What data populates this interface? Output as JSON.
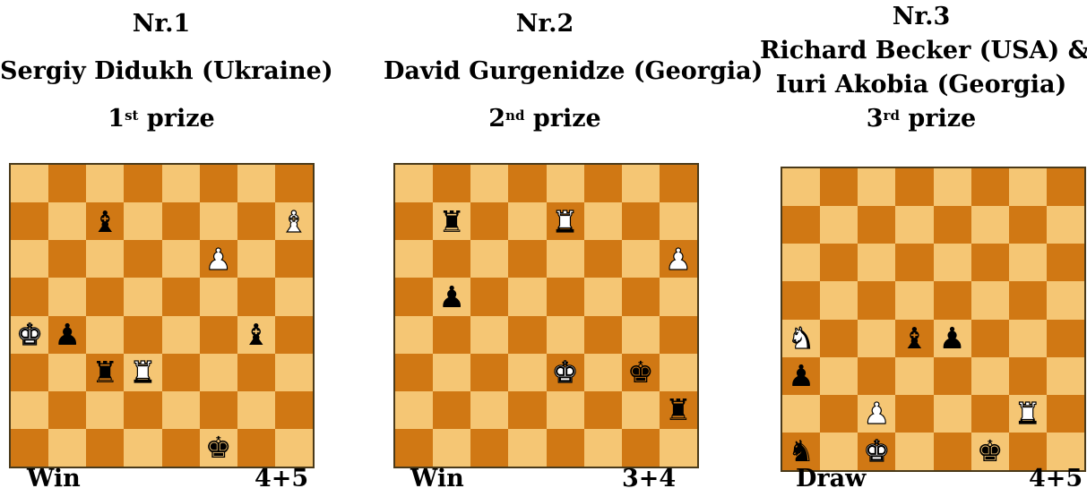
{
  "problems": [
    {
      "number": "Nr.1",
      "authors": [
        "Sergiy Didukh (Ukraine)"
      ],
      "prize_num": "1",
      "prize_sup": "st",
      "prize_word": " prize",
      "result": "Win",
      "material": "4+5",
      "pieces": [
        {
          "sq": "c7",
          "glyph": "♝",
          "color": "black",
          "name": "black-bishop-icon"
        },
        {
          "sq": "h7",
          "glyph": "♝",
          "color": "white",
          "name": "white-bishop-icon"
        },
        {
          "sq": "f6",
          "glyph": "♟",
          "color": "white",
          "name": "white-pawn-icon"
        },
        {
          "sq": "a4",
          "glyph": "♚",
          "color": "white",
          "name": "white-king-icon"
        },
        {
          "sq": "b4",
          "glyph": "♟",
          "color": "black",
          "name": "black-pawn-icon"
        },
        {
          "sq": "g4",
          "glyph": "♝",
          "color": "black",
          "name": "black-bishop-icon"
        },
        {
          "sq": "c3",
          "glyph": "♜",
          "color": "black",
          "name": "black-rook-icon"
        },
        {
          "sq": "d3",
          "glyph": "♜",
          "color": "white",
          "name": "white-rook-icon"
        },
        {
          "sq": "f1",
          "glyph": "♚",
          "color": "black",
          "name": "black-king-icon"
        }
      ]
    },
    {
      "number": "Nr.2",
      "authors": [
        "David Gurgenidze (Georgia)"
      ],
      "prize_num": "2",
      "prize_sup": "nd",
      "prize_word": " prize",
      "result": "Win",
      "material": "3+4",
      "pieces": [
        {
          "sq": "b7",
          "glyph": "♜",
          "color": "black",
          "name": "black-rook-icon"
        },
        {
          "sq": "e7",
          "glyph": "♜",
          "color": "white",
          "name": "white-rook-icon"
        },
        {
          "sq": "h6",
          "glyph": "♟",
          "color": "white",
          "name": "white-pawn-icon"
        },
        {
          "sq": "b5",
          "glyph": "♟",
          "color": "black",
          "name": "black-pawn-icon"
        },
        {
          "sq": "e3",
          "glyph": "♚",
          "color": "white",
          "name": "white-king-icon"
        },
        {
          "sq": "g3",
          "glyph": "♚",
          "color": "black",
          "name": "black-king-icon"
        },
        {
          "sq": "h2",
          "glyph": "♜",
          "color": "black",
          "name": "black-rook-icon"
        }
      ]
    },
    {
      "number": "Nr.3",
      "authors": [
        "Richard Becker (USA) &",
        "Iuri Akobia (Georgia)"
      ],
      "prize_num": "3",
      "prize_sup": "rd",
      "prize_word": " prize",
      "result": "Draw",
      "material": "4+5",
      "pieces": [
        {
          "sq": "a4",
          "glyph": "♞",
          "color": "white",
          "name": "white-knight-icon"
        },
        {
          "sq": "d4",
          "glyph": "♝",
          "color": "black",
          "name": "black-bishop-icon"
        },
        {
          "sq": "e4",
          "glyph": "♟",
          "color": "black",
          "name": "black-pawn-icon"
        },
        {
          "sq": "a3",
          "glyph": "♟",
          "color": "black",
          "name": "black-pawn-icon"
        },
        {
          "sq": "c2",
          "glyph": "♟",
          "color": "white",
          "name": "white-pawn-icon"
        },
        {
          "sq": "g2",
          "glyph": "♜",
          "color": "white",
          "name": "white-rook-icon"
        },
        {
          "sq": "a1",
          "glyph": "♞",
          "color": "black",
          "name": "black-knight-icon"
        },
        {
          "sq": "c1",
          "glyph": "♚",
          "color": "white",
          "name": "white-king-icon"
        },
        {
          "sq": "f1",
          "glyph": "♚",
          "color": "black",
          "name": "black-king-icon"
        }
      ]
    }
  ],
  "colors": {
    "light_square": "#f5c674",
    "dark_square": "#d07814"
  }
}
